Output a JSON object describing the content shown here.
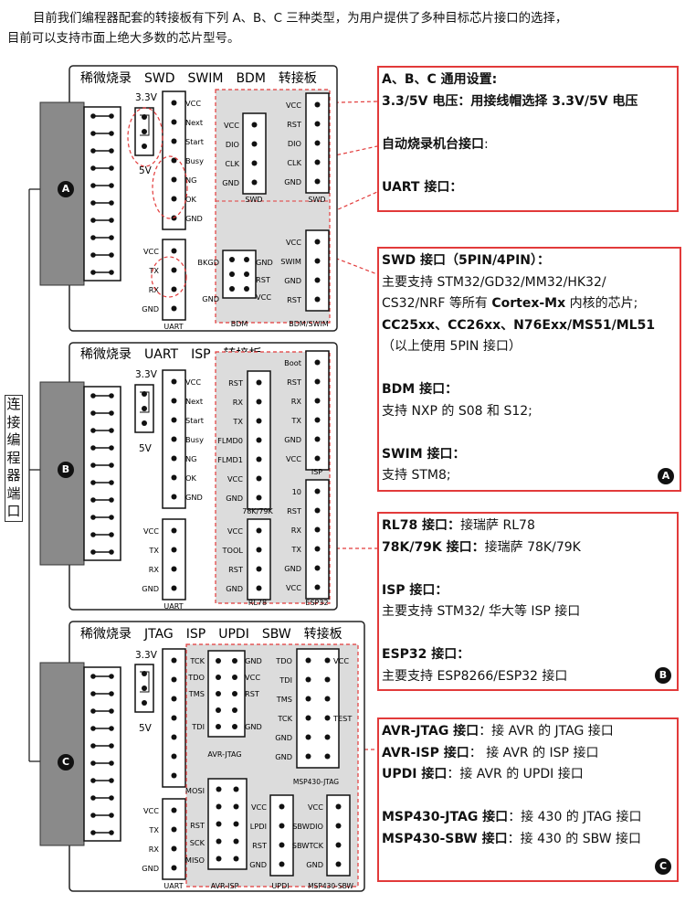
{
  "intro": {
    "line1": "目前我们编程器配套的转接板有下列 A、B、C 三种类型，为用户提供了多种目标芯片接口的选择，",
    "line2": "目前可以支持市面上绝大多数的芯片型号。"
  },
  "side_label": [
    "连",
    "接",
    "编",
    "程",
    "器",
    "端",
    "口"
  ],
  "boards": {
    "a": {
      "badge": "A",
      "title": "稀微烧录　SWD　SWIM　BDM　转接板",
      "v33": "3.3V",
      "v5": "5V",
      "pins_main": [
        "VCC",
        "Next",
        "Start",
        "Busy",
        "NG",
        "OK",
        "GND"
      ],
      "uart_pins": [
        "VCC",
        "TX",
        "RX",
        "GND"
      ],
      "uart_label": "UART",
      "swd1_pins": [
        "VCC",
        "DIO",
        "CLK",
        "GND"
      ],
      "swd1_label": "SWD",
      "swd2_pins": [
        "VCC",
        "RST",
        "DIO",
        "CLK",
        "GND"
      ],
      "swd2_label": "SWD",
      "bdm_left": "BKGD",
      "bdm_gnd": "GND",
      "bdm_pins": [
        "GND",
        "RST",
        "VCC"
      ],
      "bdm_label": "BDM",
      "swim_pins": [
        "VCC",
        "SWIM",
        "GND",
        "RST"
      ],
      "swim_label": "BDM/SWIM"
    },
    "b": {
      "badge": "B",
      "title": "稀微烧录　UART　ISP　转接板",
      "v33": "3.3V",
      "v5": "5V",
      "pins_main": [
        "VCC",
        "Next",
        "Start",
        "Busy",
        "NG",
        "OK",
        "GND"
      ],
      "uart_pins": [
        "VCC",
        "TX",
        "RX",
        "GND"
      ],
      "uart_label": "UART",
      "k79_pins": [
        "RST",
        "RX",
        "TX",
        "FLMD0",
        "FLMD1",
        "VCC",
        "GND"
      ],
      "k79_label": "78K/79K",
      "isp_pins": [
        "Boot",
        "RST",
        "RX",
        "TX",
        "GND",
        "VCC"
      ],
      "isp_label": "ISP",
      "rl78_pins": [
        "VCC",
        "TOOL",
        "RST",
        "GND"
      ],
      "rl78_label": "RL78",
      "esp_pins": [
        "10",
        "RST",
        "RX",
        "TX",
        "GND",
        "VCC"
      ],
      "esp_label": "ESP32"
    },
    "c": {
      "badge": "C",
      "title": "稀微烧录　JTAG　ISP　UPDI　SBW　转接板",
      "v33": "3.3V",
      "v5": "5V",
      "uart_pins": [
        "VCC",
        "TX",
        "RX",
        "GND"
      ],
      "uart_label": "UART",
      "avrj_left": [
        "TCK",
        "TDO",
        "TMS",
        "",
        "TDI"
      ],
      "avrj_right": [
        "GND",
        "VCC",
        "RST",
        "",
        "GND"
      ],
      "avrj_label": "AVR-JTAG",
      "mspj_left": [
        "TDO",
        "TDI",
        "TMS",
        "TCK",
        "GND",
        "GND"
      ],
      "mspj_right": [
        "VCC",
        "",
        "",
        "TEST"
      ],
      "mspj_label": "MSP430-JTAG",
      "avri_left": [
        "MOSI",
        "",
        "RST",
        "SCK",
        "MISO"
      ],
      "avri_label": "AVR-ISP",
      "updi_pins": [
        "VCC",
        "LPDI",
        "RST",
        "GND"
      ],
      "updi_label": "UPDI",
      "sbw_pins": [
        "VCC",
        "SBWDIO",
        "SBWTCK",
        "GND"
      ],
      "sbw_label": "MSP430-SBW"
    }
  },
  "panels": {
    "p1": [
      [
        {
          "t": "A、B、C 通用设置:",
          "b": true
        }
      ],
      [
        {
          "t": "3.3/5V 电压：用接线帽选择 3.3V/5V 电压",
          "b": true
        }
      ],
      [
        {
          "t": ""
        }
      ],
      [
        {
          "t": "自动烧录机台接口",
          "b": true
        },
        {
          "t": ":"
        }
      ],
      [
        {
          "t": ""
        }
      ],
      [
        {
          "t": "UART 接口：",
          "b": true
        }
      ]
    ],
    "p2": [
      [
        {
          "t": "SWD 接口（5PIN/4PIN）：",
          "b": true
        }
      ],
      [
        {
          "t": "主要支持 STM32/GD32/MM32/HK32/"
        }
      ],
      [
        {
          "t": "CS32/NRF 等所有 "
        },
        {
          "t": "Cortex-Mx",
          "b": true
        },
        {
          "t": " 内核的芯片;"
        }
      ],
      [
        {
          "t": "CC25xx、CC26xx、N76Exx/MS51/ML51",
          "b": true
        }
      ],
      [
        {
          "t": "（以上使用 5PIN 接口）"
        }
      ],
      [
        {
          "t": ""
        }
      ],
      [
        {
          "t": "BDM 接口：",
          "b": true
        }
      ],
      [
        {
          "t": "支持 NXP 的 S08 和 S12;"
        }
      ],
      [
        {
          "t": ""
        }
      ],
      [
        {
          "t": "SWIM 接口：",
          "b": true
        }
      ],
      [
        {
          "t": "支持 STM8;"
        }
      ]
    ],
    "p3": [
      [
        {
          "t": "RL78 接口：",
          "b": true
        },
        {
          "t": "接瑞萨 RL78"
        }
      ],
      [
        {
          "t": "78K/79K 接口：",
          "b": true
        },
        {
          "t": "接瑞萨 78K/79K"
        }
      ],
      [
        {
          "t": ""
        }
      ],
      [
        {
          "t": "ISP 接口：",
          "b": true
        }
      ],
      [
        {
          "t": "主要支持 STM32/ 华大等 ISP 接口"
        }
      ],
      [
        {
          "t": ""
        }
      ],
      [
        {
          "t": "ESP32 接口：",
          "b": true
        }
      ],
      [
        {
          "t": "主要支持 ESP8266/ESP32 接口"
        }
      ]
    ],
    "p4": [
      [
        {
          "t": "AVR-JTAG 接口",
          "b": true
        },
        {
          "t": "：接 AVR 的 JTAG 接口"
        }
      ],
      [
        {
          "t": "AVR-ISP 接口",
          "b": true
        },
        {
          "t": "：  接 AVR 的 ISP 接口"
        }
      ],
      [
        {
          "t": "UPDI 接口",
          "b": true
        },
        {
          "t": "：接 AVR 的 UPDI 接口"
        }
      ],
      [
        {
          "t": ""
        }
      ],
      [
        {
          "t": "MSP430-JTAG 接口",
          "b": true
        },
        {
          "t": "：接 430 的 JTAG 接口"
        }
      ],
      [
        {
          "t": "MSP430-SBW 接口",
          "b": true
        },
        {
          "t": "：接 430 的 SBW 接口"
        }
      ]
    ]
  },
  "colors": {
    "red": "#e23a3a",
    "connector": "#8a8a8a",
    "shade": "#dcdcdc"
  }
}
